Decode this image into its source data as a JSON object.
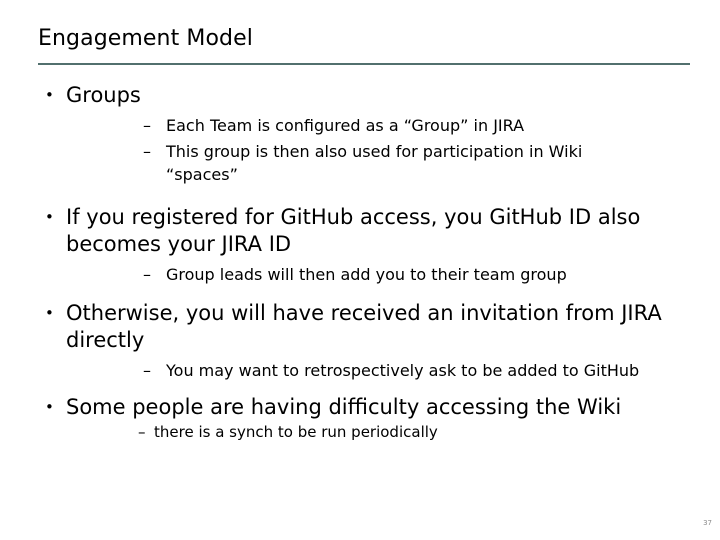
{
  "slide": {
    "title": "Engagement Model",
    "page_number": "37",
    "rule_color": "#52706e",
    "text_color": "#000000",
    "background_color": "#ffffff",
    "bullet_glyph": "•",
    "dash_glyph": "–"
  },
  "content": {
    "groups": [
      {
        "bullet": "Groups",
        "sub_bullets": [
          "Each Team is configured as a “Group” in JIRA",
          "This group is then also used for participation in Wiki “spaces”"
        ]
      },
      {
        "bullet": "If you registered for GitHub access, you GitHub ID also becomes your JIRA ID",
        "sub_bullets": [
          "Group leads will then add you to their team group"
        ]
      },
      {
        "bullet": "Otherwise, you will have received an invitation from JIRA directly",
        "sub_bullets": [
          "You may want to retrospectively ask to be added to GitHub"
        ]
      },
      {
        "bullet": "Some people are having difficulty accessing the Wiki",
        "sub_bullets": [
          "there is a synch to be run periodically"
        ]
      }
    ]
  }
}
